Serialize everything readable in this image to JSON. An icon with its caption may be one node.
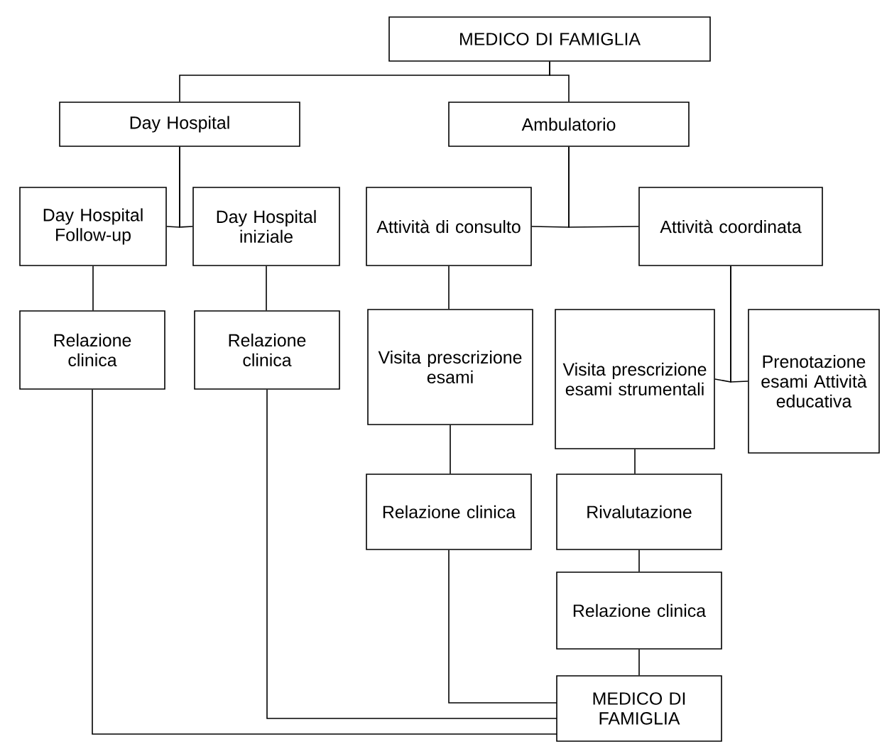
{
  "diagram": {
    "nodes": [
      {
        "text": [
          "MEDICO DI FAMIGLIA"
        ]
      },
      {
        "text": [
          "Day Hospital"
        ]
      },
      {
        "text": [
          "Ambulatorio"
        ]
      },
      {
        "text": [
          "Day Hospital Follow-up"
        ]
      },
      {
        "text": [
          "Day Hospital iniziale"
        ]
      },
      {
        "text": [
          "Attività di consulto"
        ]
      },
      {
        "text": [
          "Attività coordinata"
        ]
      },
      {
        "text": [
          "Relazione clinica"
        ]
      },
      {
        "text": [
          "Relazione clinica"
        ]
      },
      {
        "text": [
          "Visita prescrizione esami"
        ]
      },
      {
        "text": [
          "Visita prescrizione esami strumentali"
        ]
      },
      {
        "text": [
          "Prenotazione esami Attività educativa"
        ]
      },
      {
        "text": [
          "Relazione clinica"
        ]
      },
      {
        "text": [
          "Rivalutazione"
        ]
      },
      {
        "text": [
          "Relazione clinica"
        ]
      },
      {
        "text": [
          "MEDICO DI FAMIGLIA"
        ]
      }
    ],
    "edges": [
      {
        "from": 0,
        "to": 1,
        "arrow": "none"
      },
      {
        "from": 0,
        "to": 2,
        "arrow": "none"
      },
      {
        "from": 1,
        "to": 3,
        "arrow": "none"
      },
      {
        "from": 1,
        "to": 4,
        "arrow": "none"
      },
      {
        "from": 2,
        "to": 5,
        "arrow": "none"
      },
      {
        "from": 2,
        "to": 6,
        "arrow": "none"
      },
      {
        "from": 3,
        "to": 7,
        "arrow": "none"
      },
      {
        "from": 4,
        "to": 8,
        "arrow": "none"
      },
      {
        "from": 5,
        "to": 9,
        "arrow": "none"
      },
      {
        "from": 6,
        "to": 10,
        "arrow": "none"
      },
      {
        "from": 6,
        "to": 11,
        "arrow": "none"
      },
      {
        "from": 9,
        "to": 12,
        "arrow": "none"
      },
      {
        "from": 10,
        "to": 13,
        "arrow": "none"
      },
      {
        "from": 13,
        "to": 14,
        "arrow": "none"
      },
      {
        "from": 14,
        "to": 15,
        "arrow": "none"
      },
      {
        "from": 12,
        "to": 15,
        "arrow": "none"
      },
      {
        "from": 8,
        "to": 15,
        "arrow": "none"
      },
      {
        "from": 7,
        "to": 15,
        "arrow": "none"
      }
    ]
  }
}
